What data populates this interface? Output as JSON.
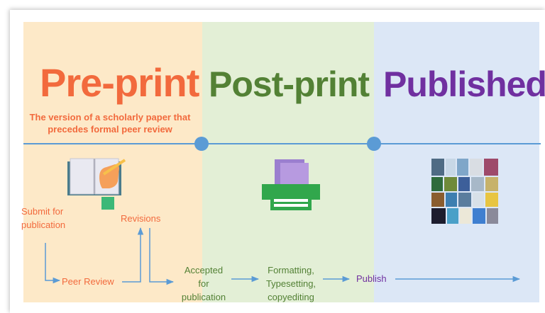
{
  "stages": {
    "preprint": {
      "title": "Pre-print",
      "subtitle_line1": "The version of a scholarly paper that",
      "subtitle_line2": "precedes formal peer review"
    },
    "postprint": {
      "title": "Post-print"
    },
    "published": {
      "title": "Published"
    }
  },
  "flow": {
    "submit_line1": "Submit for",
    "submit_line2": "publication",
    "revisions": "Revisions",
    "peer_review": "Peer Review",
    "accepted_line1": "Accepted",
    "accepted_line2": "for",
    "accepted_line3": "publication",
    "formatting_line1": "Formatting,",
    "formatting_line2": "Typesetting,",
    "formatting_line3": "copyediting",
    "publish": "Publish"
  },
  "colors": {
    "preprint_bg": "#fde9c8",
    "postprint_bg": "#e3efd6",
    "published_bg": "#dce7f6",
    "preprint_text": "#f26a3d",
    "postprint_text": "#538135",
    "published_text": "#7030a0",
    "timeline": "#5b9bd5"
  },
  "icons": [
    "book-writing-icon",
    "printer-icon",
    "journal-covers-icon"
  ]
}
